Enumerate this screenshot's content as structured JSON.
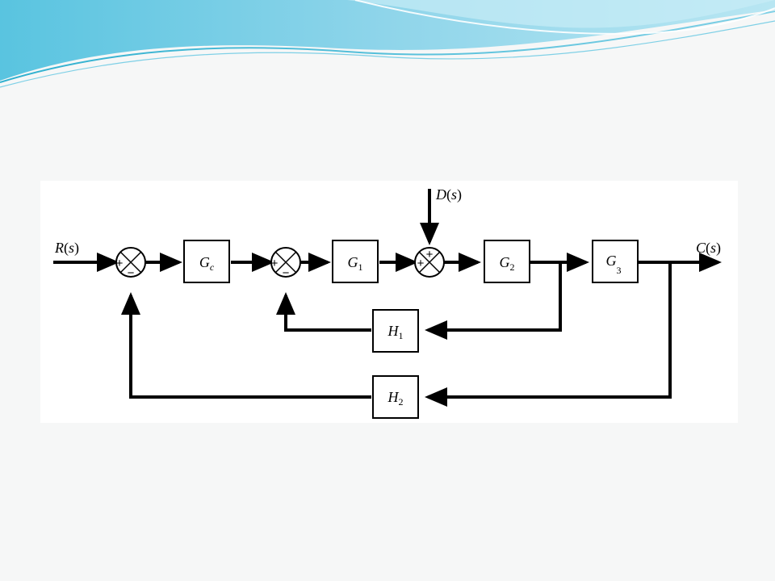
{
  "signals": {
    "input": {
      "var": "R",
      "arg": "s"
    },
    "disturbance": {
      "var": "D",
      "arg": "s"
    },
    "output": {
      "var": "C",
      "arg": "s"
    }
  },
  "blocks": {
    "gc": {
      "var": "G",
      "sub": "c"
    },
    "g1": {
      "var": "G",
      "sub": "1"
    },
    "g2": {
      "var": "G",
      "sub": "2"
    },
    "g3": {
      "var": "G",
      "sub": "3"
    },
    "h1": {
      "var": "H",
      "sub": "1"
    },
    "h2": {
      "var": "H",
      "sub": "2"
    }
  },
  "summing_junctions": {
    "sum1": {
      "left_sign": "+",
      "bottom_sign": "−"
    },
    "sum2": {
      "left_sign": "+",
      "bottom_sign": "−"
    },
    "sum3": {
      "top_sign": "+",
      "left_sign": "+"
    }
  },
  "colors": {
    "header_wave_light": "#a9ddec",
    "header_wave_mid": "#6fc3df",
    "header_wave_dark": "#2aa9c9",
    "slide_background": "#f6f7f7",
    "diagram_background": "#ffffff",
    "ink": "#000000"
  }
}
